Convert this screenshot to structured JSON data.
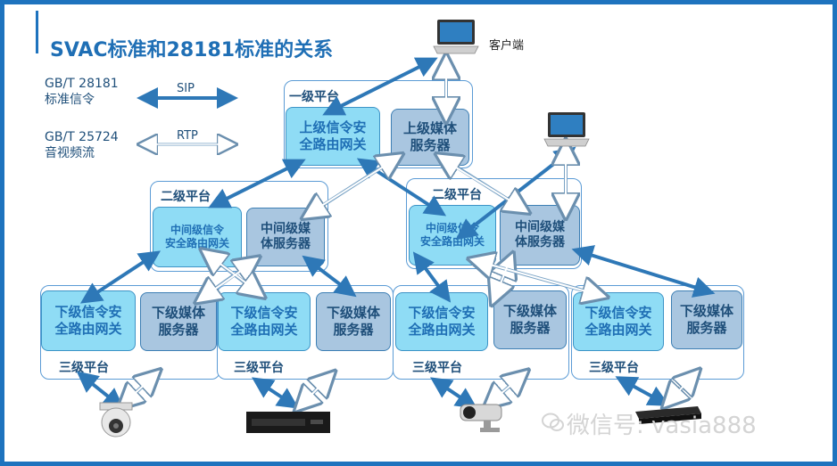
{
  "title": "SVAC标准和28181标准的关系",
  "client_label": "客户端",
  "legend": {
    "sip_standard_line1": "GB/T 28181",
    "sip_standard_line2": "标准信令",
    "sip_protocol": "SIP",
    "rtp_standard_line1": "GB/T 25724",
    "rtp_standard_line2": "音视频流",
    "rtp_protocol": "RTP"
  },
  "level1": {
    "label": "一级平台",
    "signal_gateway": "上级信令安\n全路由网关",
    "media_server": "上级媒体\n服务器"
  },
  "level2_left": {
    "label": "二级平台",
    "signal_gateway": "中间级信令\n安全路由网关",
    "media_server": "中间级媒\n体服务器"
  },
  "level2_right": {
    "label": "二级平台",
    "signal_gateway": "中间级信令\n安全路由网关",
    "media_server": "中间级媒\n体服务器"
  },
  "level3": [
    {
      "label": "三级平台",
      "signal_gateway": "下级信令安\n全路由网关",
      "media_server": "下级媒体\n服务器"
    },
    {
      "label": "三级平台",
      "signal_gateway": "下级信令安\n全路由网关",
      "media_server": "下级媒体\n服务器"
    },
    {
      "label": "三级平台",
      "signal_gateway": "下级信令安\n全路由网关",
      "media_server": "下级媒体\n服务器"
    },
    {
      "label": "三级平台",
      "signal_gateway": "下级信令安\n全路由网关",
      "media_server": "下级媒体\n服务器"
    }
  ],
  "watermark": "微信号: vasia888",
  "colors": {
    "sip_arrow": "#2e78b7",
    "rtp_arrow": "#ffffff",
    "signal_box": "#8fdcf5",
    "media_box": "#a9c6e0",
    "border": "#1e73be"
  },
  "icons": [
    "laptop-icon",
    "dome-camera-icon",
    "nvr-recorder-icon",
    "bullet-camera-icon",
    "dvr-recorder-icon",
    "wechat-icon"
  ]
}
